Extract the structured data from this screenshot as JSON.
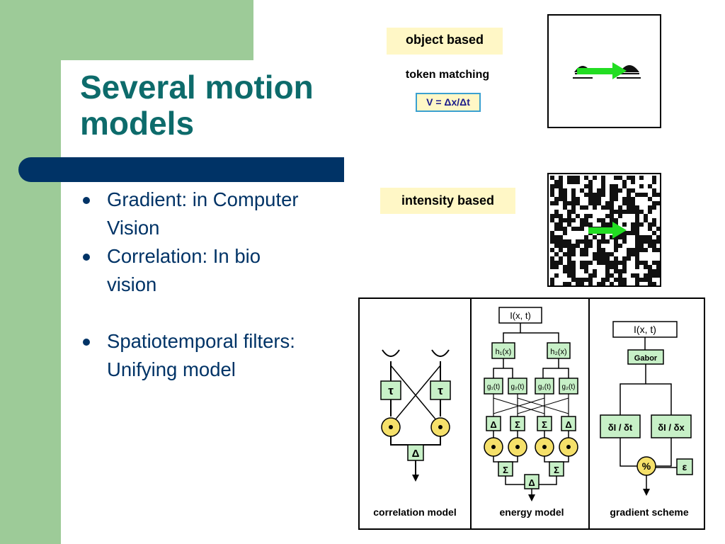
{
  "slide": {
    "title": "Several motion models",
    "bullets": [
      "Gradient: in Computer Vision",
      "Correlation: In bio vision",
      "Spatiotemporal filters: Unifying model"
    ]
  },
  "figure": {
    "object_based_label": "object based",
    "token_matching_label": "token  matching",
    "velocity_formula": "V = Δx/Δt",
    "intensity_based_label": "intensity  based",
    "correlation_model": {
      "caption": "correlation  model",
      "delay_label": "τ",
      "output_label": "Δ"
    },
    "energy_model": {
      "caption": "energy  model",
      "input_label": "I(x, t)",
      "h1_label": "h₁(x)",
      "h2_label": "h₂(x)",
      "g_labels": [
        "g₁(t)",
        "g₂(t)",
        "g₁(t)",
        "g₂(t)"
      ],
      "mid_ops": [
        "Δ",
        "Σ",
        "Σ",
        "Δ"
      ],
      "sum_label": "Σ",
      "output_label": "Δ"
    },
    "gradient_scheme": {
      "caption": "gradient  scheme",
      "input_label": "I(x, t)",
      "gabor_label": "Gabor",
      "dt_label": "δI / δt",
      "dx_label": "δI / δx",
      "epsilon_label": "ε"
    }
  },
  "colors": {
    "green": "#9dcb98",
    "navy": "#003366",
    "teal_title": "#0d6b6b",
    "label_bg": "#fff7c6",
    "box_fill": "#c7f0c7",
    "arrow": "#22dd22",
    "node_fill": "#f5e06a"
  }
}
